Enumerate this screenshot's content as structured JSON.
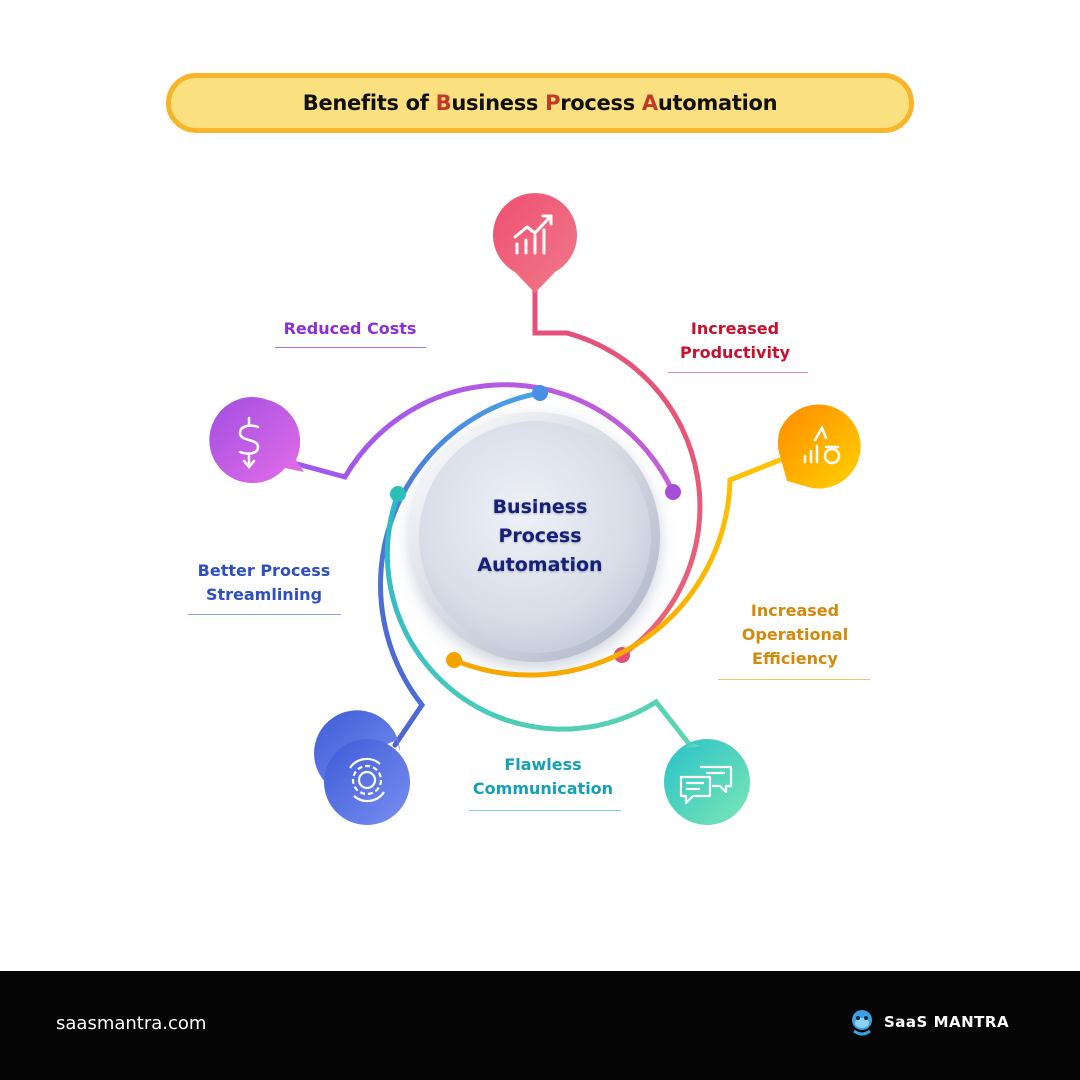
{
  "title": {
    "prefix": "Benefits of ",
    "b_letter": "B",
    "b_rest": "usiness ",
    "p_letter": "P",
    "p_rest": "rocess ",
    "a_letter": "A",
    "a_rest": "utomation"
  },
  "center": {
    "line1": "Business",
    "line2": "Process",
    "line3": "Automation"
  },
  "benefits": {
    "reduced_costs": {
      "line1": "Reduced Costs",
      "color": "#8b2fd6",
      "icon": "dollar-down-icon"
    },
    "increased_productivity": {
      "line1": "Increased",
      "line2": "Productivity",
      "color": "#c8102e",
      "icon": "growth-chart-icon"
    },
    "operational_efficiency": {
      "line1": "Increased",
      "line2": "Operational",
      "line3": "Efficiency",
      "color": "#d4890b",
      "icon": "efficiency-gear-icon"
    },
    "flawless_communication": {
      "line1": "Flawless",
      "line2": "Communication",
      "color": "#14a0b5",
      "icon": "chat-bubbles-icon"
    },
    "process_streamlining": {
      "line1": "Better  Process",
      "line2": "Streamlining",
      "color": "#2f4ec4",
      "icon": "process-gear-icon"
    }
  },
  "footer": {
    "site": "saasmantra.com",
    "brand": "SaaS MANTRA"
  }
}
